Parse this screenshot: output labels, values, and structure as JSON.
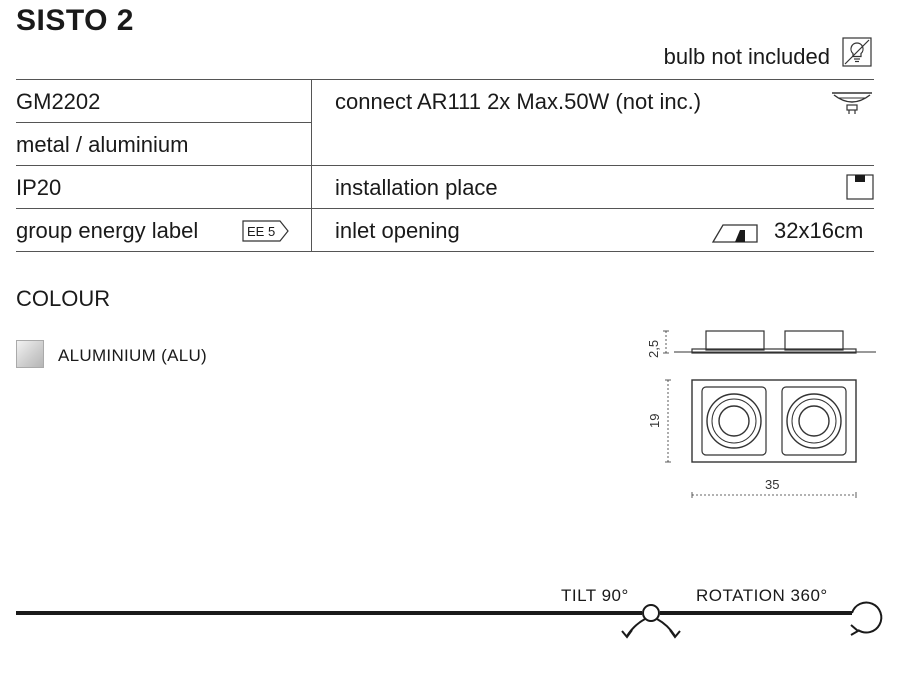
{
  "product": {
    "title": "SISTO 2",
    "bulb_note": "bulb not included"
  },
  "specs": {
    "code": "GM2202",
    "material": "metal / aluminium",
    "ip": "IP20",
    "energy_label": "group energy label",
    "energy_badge": "EE 5",
    "connect": "connect AR111 2x Max.50W (not inc.)",
    "installation": "installation place",
    "inlet": "inlet opening",
    "inlet_size": "32x16cm"
  },
  "colour": {
    "title": "COLOUR",
    "options": [
      {
        "label": "ALUMINIUM (ALU)",
        "color": "#c8c8c8"
      }
    ]
  },
  "dimensions": {
    "height": "2,5",
    "depth": "19",
    "width": "35"
  },
  "motion": {
    "tilt": "TILT 90°",
    "rotation": "ROTATION 360°"
  },
  "icons": {
    "bulb": "bulb-crossed-icon",
    "lamp": "ar111-lamp-icon",
    "installation": "ceiling-mount-icon",
    "inlet": "inlet-opening-icon",
    "tilt": "tilt-arrows-icon",
    "rotation": "rotation-arrow-icon"
  }
}
